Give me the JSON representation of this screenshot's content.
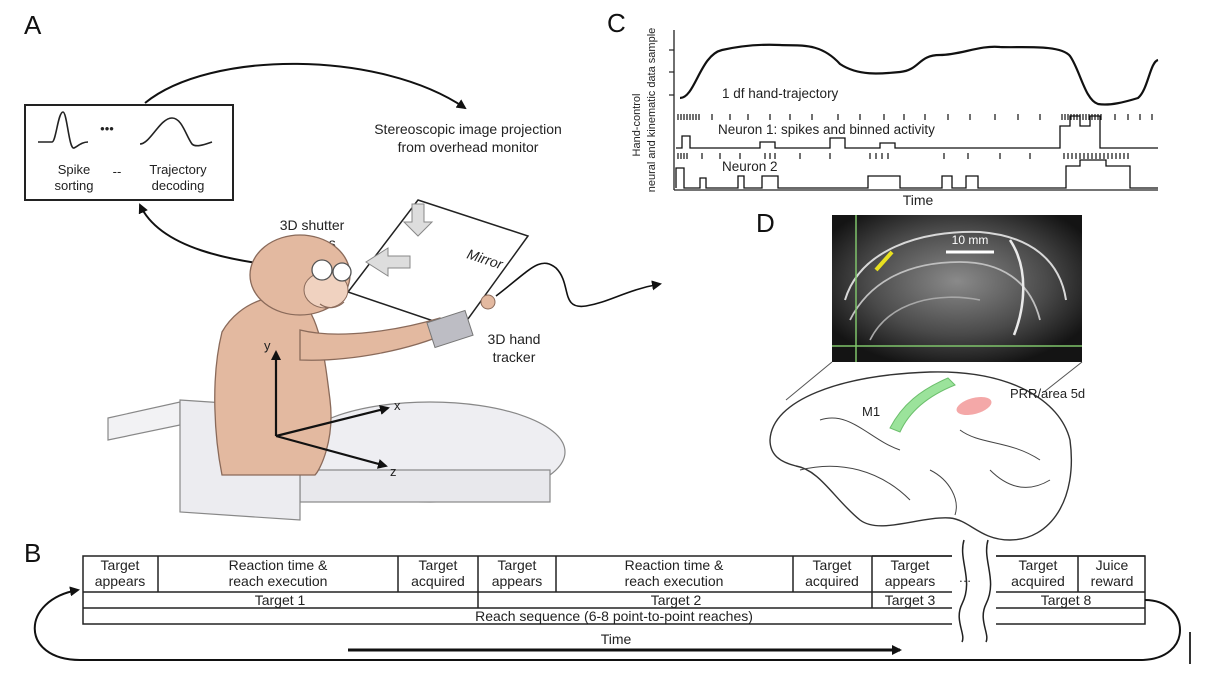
{
  "panels": {
    "a": "A",
    "b": "B",
    "c": "C",
    "d": "D"
  },
  "panel_a": {
    "spike_sorting": [
      "Spike",
      "sorting"
    ],
    "ellipsis": "•••",
    "dash": "--",
    "trajectory_decoding": [
      "Trajectory",
      "decoding"
    ],
    "stereo": [
      "Stereoscopic image projection",
      "from overhead monitor"
    ],
    "shutter": [
      "3D shutter",
      "glasses"
    ],
    "mirror": "Mirror",
    "hand_tracker": [
      "3D hand",
      "tracker"
    ],
    "axes": {
      "x": "x",
      "y": "y",
      "z": "z"
    }
  },
  "panel_c": {
    "ylabel": [
      "Hand-control",
      "neural and kinematic data sample"
    ],
    "trace_labels": [
      "1 df hand-trajectory",
      "Neuron 1: spikes and binned activity",
      "Neuron 2"
    ],
    "xlabel": "Time"
  },
  "panel_d": {
    "scale": "10 mm",
    "m1": "M1",
    "prr": "PRR/area 5d",
    "colors": {
      "m1": "#9be39b",
      "prr": "#f4a8a8",
      "marker": "#e8e020",
      "crosshair": "#7fc46a"
    }
  },
  "panel_b": {
    "row1": [
      [
        "Target",
        "appears"
      ],
      [
        "Reaction time &",
        "reach execution"
      ],
      [
        "Target",
        "acquired"
      ],
      [
        "Target",
        "appears"
      ],
      [
        "Reaction time &",
        "reach execution"
      ],
      [
        "Target",
        "acquired"
      ],
      [
        "Target",
        "appears"
      ],
      [
        "Target",
        "acquired"
      ],
      [
        "Juice",
        "reward"
      ]
    ],
    "row2": [
      "Target 1",
      "Target 2",
      "Target 3",
      "Target 8"
    ],
    "row3": "Reach sequence (6-8 point-to-point reaches)",
    "time": "Time",
    "gap": "…"
  }
}
